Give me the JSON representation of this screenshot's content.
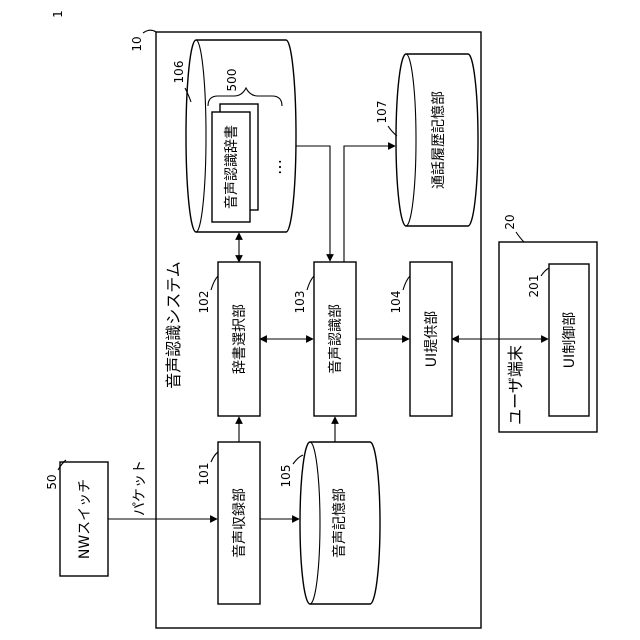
{
  "figure_number": "1",
  "system": {
    "ref": "10",
    "label": "音声認識システム"
  },
  "user_terminal": {
    "ref": "20",
    "label": "ユーザ端末"
  },
  "nw_switch": {
    "ref": "50",
    "label": "NWスイッチ"
  },
  "packet_label": "パケット",
  "blocks": {
    "recording": {
      "ref": "101",
      "label": "音声収録部"
    },
    "dictionary_select": {
      "ref": "102",
      "label": "辞書選択部"
    },
    "speech_recognition": {
      "ref": "103",
      "label": "音声認識部"
    },
    "ui_provider": {
      "ref": "104",
      "label": "UI提供部"
    },
    "ui_control": {
      "ref": "201",
      "label": "UI制御部"
    }
  },
  "storages": {
    "audio_storage": {
      "ref": "105",
      "label": "音声記憶部"
    },
    "dictionary_db": {
      "ref": "106"
    },
    "history_storage": {
      "ref": "107",
      "label": "通話履歴記憶部"
    }
  },
  "dictionary": {
    "ref": "500",
    "label": "音声認識辞書",
    "ellipsis": "…"
  }
}
